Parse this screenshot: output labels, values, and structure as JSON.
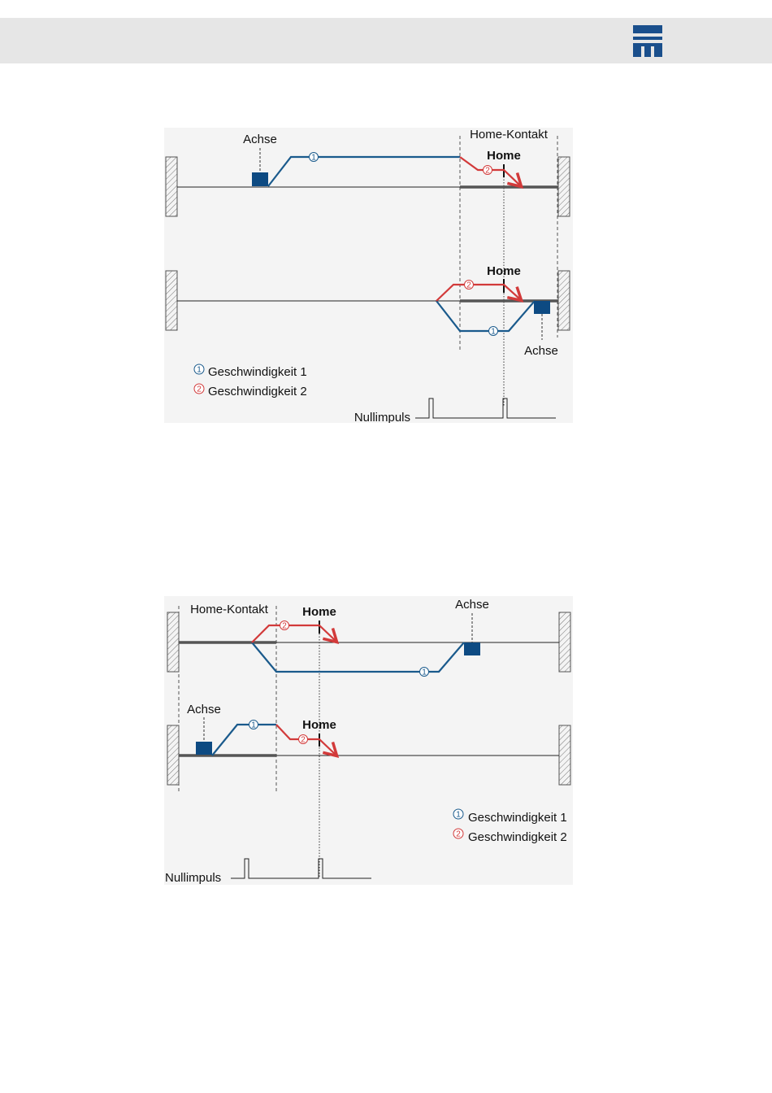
{
  "brand": {
    "logo_icon": "company-logo-icon",
    "header_color": "#e6e6e6",
    "logo_color": "#1a4f8c"
  },
  "colors": {
    "speed1": "#1a5a8c",
    "speed2": "#d23a3a",
    "axis_block": "#0d4a82"
  },
  "diagram1": {
    "top": {
      "axis_label": "Achse",
      "home_contact_label": "Home-Kontakt",
      "home_label": "Home",
      "speed1_marker": "1",
      "speed2_marker": "2"
    },
    "bottom": {
      "axis_label": "Achse",
      "home_label": "Home",
      "speed1_marker": "1",
      "speed2_marker": "2"
    },
    "legend": [
      {
        "num": "1",
        "label": "Geschwindigkeit 1"
      },
      {
        "num": "2",
        "label": "Geschwindigkeit 2"
      }
    ],
    "zero_pulse_label": "Nullimpuls"
  },
  "diagram2": {
    "top": {
      "axis_label": "Achse",
      "home_contact_label": "Home-Kontakt",
      "home_label": "Home",
      "speed1_marker": "1",
      "speed2_marker": "2"
    },
    "bottom": {
      "axis_label": "Achse",
      "home_label": "Home",
      "speed1_marker": "1",
      "speed2_marker": "2"
    },
    "legend": [
      {
        "num": "1",
        "label": "Geschwindigkeit 1"
      },
      {
        "num": "2",
        "label": "Geschwindigkeit 2"
      }
    ],
    "zero_pulse_label": "Nullimpuls"
  }
}
